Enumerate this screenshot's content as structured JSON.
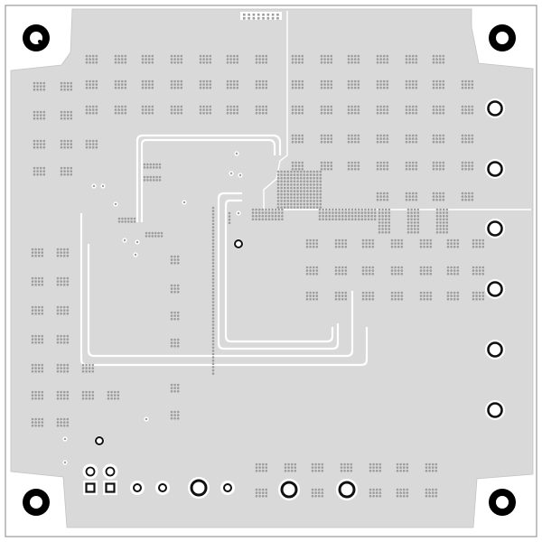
{
  "diagram": {
    "kind": "pcb-layer-view",
    "layer": "copper-plane",
    "colors": {
      "background": "#ffffff",
      "frame": "#9a9a9a",
      "copper": "#d9d9d9",
      "copper_edge": "#c4c4c4",
      "via_dot": "#9d9d9d",
      "clearance": "#ffffff",
      "hole": "#000000",
      "pad_ring": "#111111"
    },
    "mounting_holes": 4,
    "via_grid_labels": [],
    "text_labels": []
  }
}
